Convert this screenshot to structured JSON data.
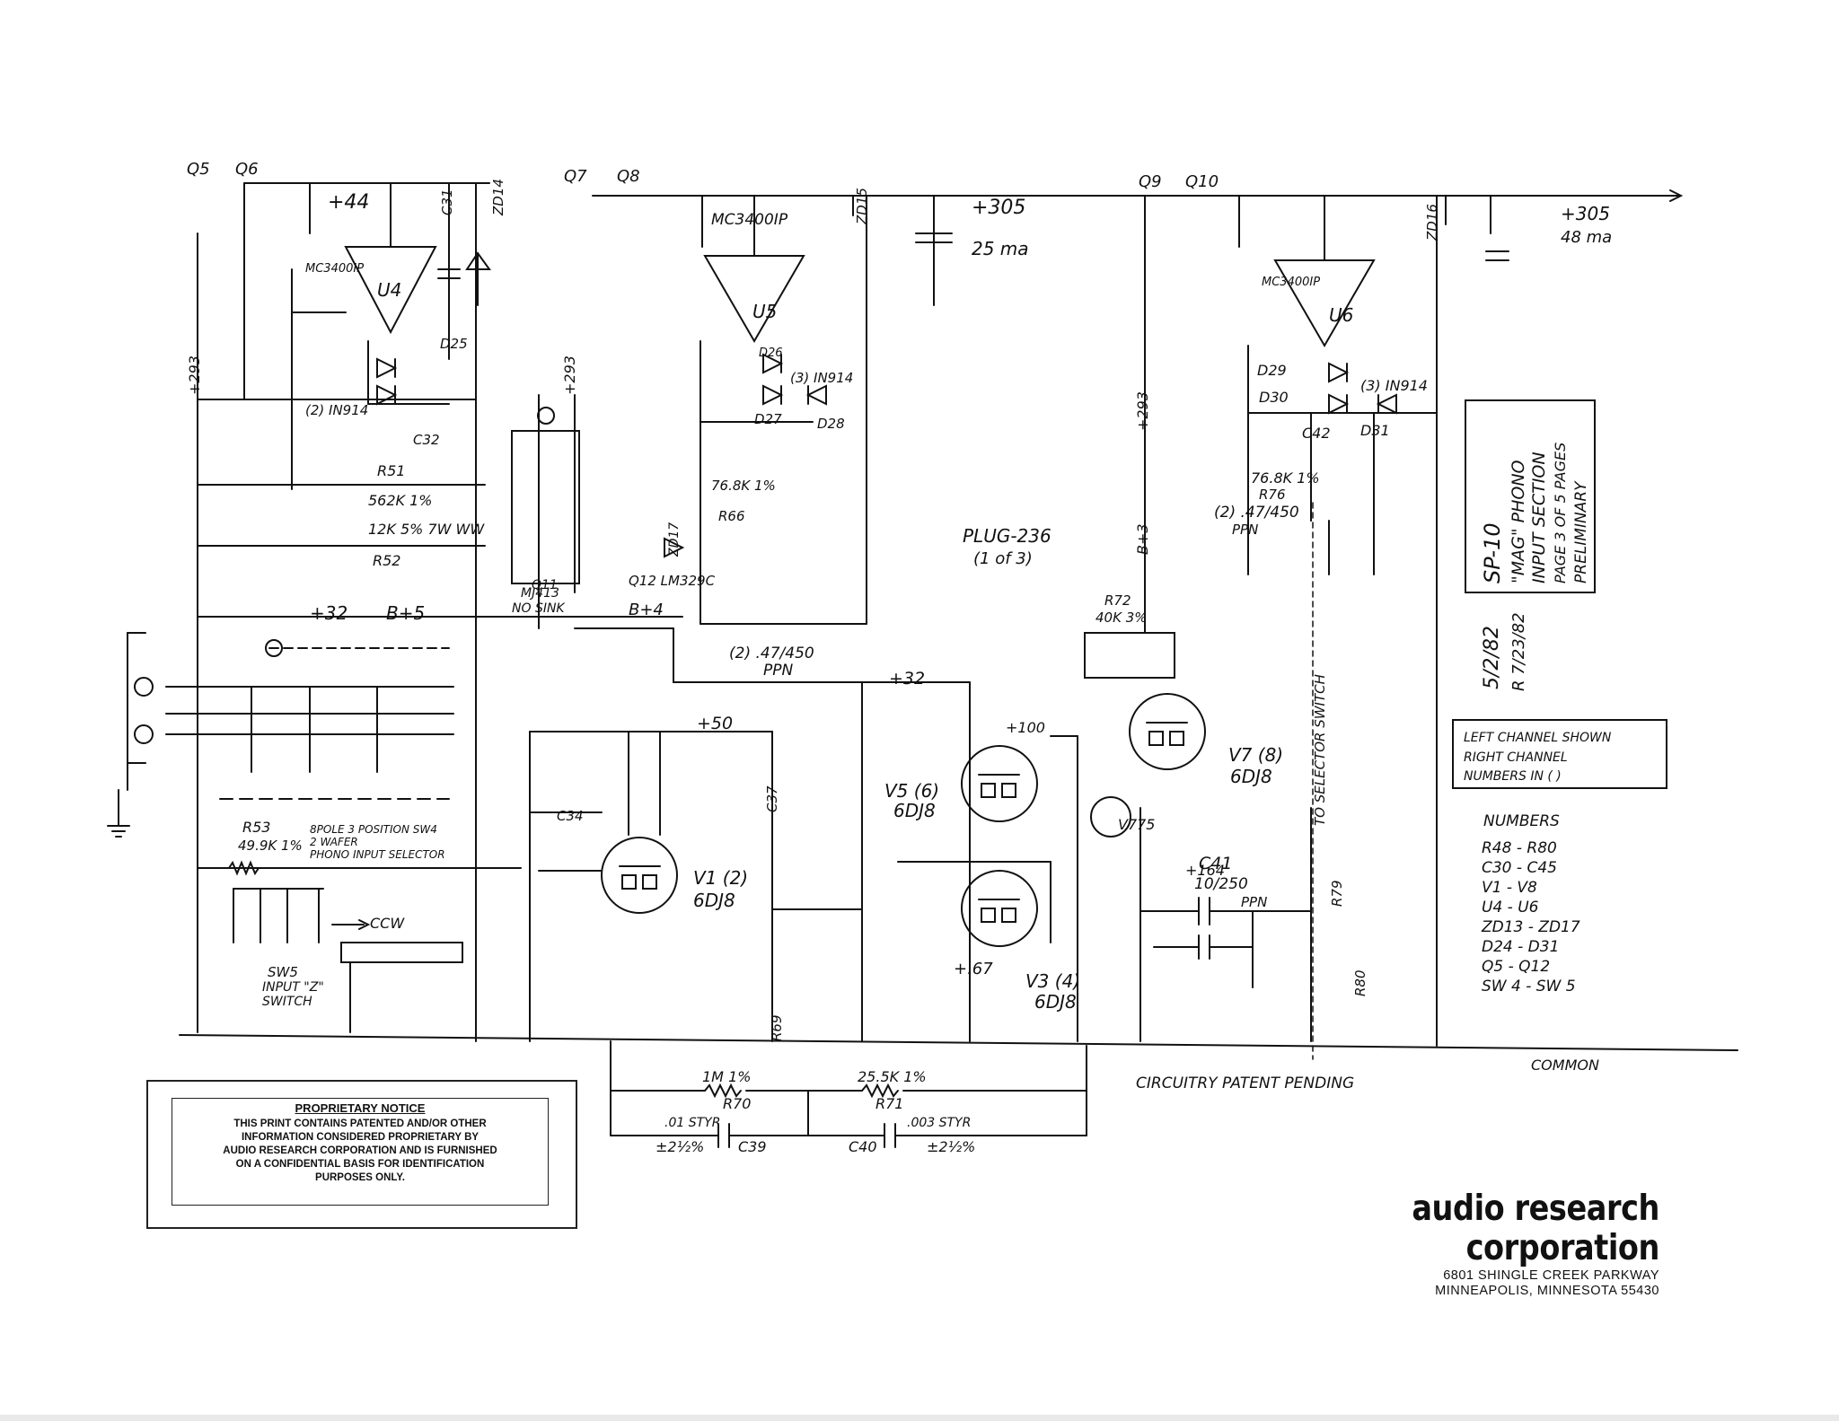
{
  "notice": {
    "title": "PROPRIETARY NOTICE",
    "lines": [
      "THIS PRINT CONTAINS PATENTED AND/OR OTHER",
      "INFORMATION CONSIDERED PROPRIETARY BY",
      "AUDIO RESEARCH CORPORATION AND IS FURNISHED",
      "ON A CONFIDENTIAL BASIS FOR IDENTIFICATION",
      "PURPOSES ONLY."
    ]
  },
  "company": {
    "name": "audio research corporation",
    "address1": "6801 SHINGLE CREEK PARKWAY",
    "address2": "MINNEAPOLIS, MINNESOTA 55430"
  },
  "title_block": {
    "lines": [
      "SP-10",
      "\"MAG\" PHONO",
      "INPUT SECTION",
      "PAGE 3 OF 5 PAGES",
      "PRELIMINARY"
    ],
    "date": "5/2/82",
    "revision": "R 7/23/82"
  },
  "channel_note": {
    "lines": [
      "LEFT CHANNEL SHOWN",
      "RIGHT CHANNEL",
      "NUMBERS IN ( )"
    ]
  },
  "numbers_table": {
    "heading": "NUMBERS",
    "rows": [
      "R48 - R80",
      "C30 - C45",
      "V1 - V8",
      "U4 - U6",
      "ZD13 - ZD17",
      "D24 - D31",
      "Q5 - Q12",
      "SW 4 - SW 5"
    ]
  },
  "labels": {
    "patent": "CIRCUITRY PATENT PENDING",
    "common": "COMMON",
    "plug": "PLUG-236",
    "plug_sub": "(1 of 3)",
    "rail_305": "+305",
    "rail_305_ma": "25 ma",
    "rail_305_right": "+305",
    "rail_305_right_ma": "48 ma",
    "rail_44": "+44",
    "rail_32": "+32",
    "rail_32_b": "+32",
    "b5": "B+5",
    "b4": "B+4",
    "b3": "B+3",
    "plus293_a": "+293",
    "plus293_b": "+293",
    "plus50": "+50",
    "plus100": "+100",
    "plus67": "+.67",
    "plus164": "+164",
    "selector_switch": "TO SELECTOR SWITCH",
    "ccw": "CCW",
    "q5": "Q5",
    "q6": "Q6",
    "q7": "Q7",
    "q8": "Q8",
    "q9": "Q9",
    "q10": "Q10",
    "u4": "U4",
    "u5": "U5",
    "u6": "U6",
    "mc_u4": "MC3400IP",
    "mc_u5": "MC3400IP",
    "mc_u6": "MC3400IP",
    "v1": "V1 (2)",
    "v1_type": "6DJ8",
    "v3": "V3 (4)",
    "v3_type": "6DJ8",
    "v5": "V5 (6)",
    "v5_type": "6DJ8",
    "v7": "V7 (8)",
    "v7_type": "6DJ8",
    "c41": "C41",
    "c41_val": "10/250",
    "c41_type": "PPN",
    "r70": "1M 1%",
    "r70_name": "R70",
    "r71": "25.5K 1%",
    "r71_name": "R71",
    "c39": "C39",
    "c39_val": ".01 STYR",
    "c39_tol": "±2½%",
    "c40": "C40",
    "c40_val": ".003 STYR",
    "c40_tol": "±2½%",
    "r53": "R53",
    "r53_val": "49.9K 1%",
    "sw4": "8POLE 3 POSITION SW4",
    "sw4_b": "2 WAFER",
    "sw4_c": "PHONO INPUT SELECTOR",
    "sw5": "SW5",
    "sw5_b": "INPUT \"Z\"",
    "sw5_c": "SWITCH",
    "r51": "R51",
    "r51_val": "562K 1%",
    "r52": "R52",
    "r52_val": "12K 5% 7W WW",
    "d24": "(2) IN914",
    "d25": "D25",
    "c31": "C31",
    "c32": "C32",
    "zd14": "ZD14",
    "zd15": "ZD15",
    "zd16": "ZD16",
    "zd17": "ZD17",
    "q11": "Q11",
    "q12": "Q12 LM329C",
    "mj413": "MJ413",
    "no_sink": "NO SINK",
    "ppn_047": "(2) .47/450",
    "ppn": "PPN",
    "ppn_047b": "(2) .47/450",
    "ppnb": "PPN",
    "r72": "R72",
    "r72_val": "40K 3%",
    "r76": "R76",
    "r76_val": "76.8K 1%",
    "r66": "R66",
    "r66_val": "76.8K 1%",
    "d29": "D29",
    "d30": "D30",
    "d31": "D31",
    "c42": "C42",
    "d28": "D28",
    "d27": "D27",
    "d26": "D26",
    "in914_3": "(3) IN914",
    "in914_3b": "(3) IN914",
    "v775": "V775",
    "c34": "C34",
    "c37": "C37",
    "r69": "R69",
    "r79": "R79",
    "r80": "R80"
  }
}
